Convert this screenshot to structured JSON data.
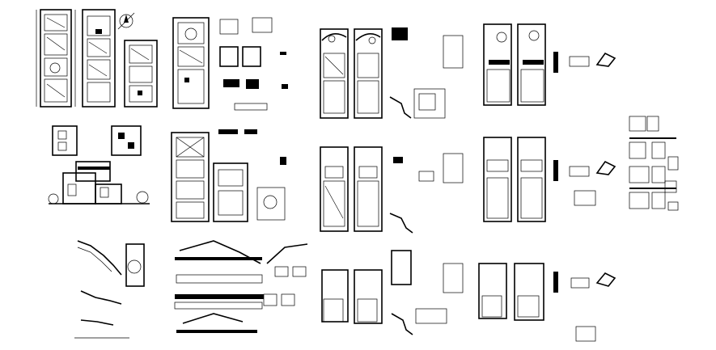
{
  "drawing": {
    "kind": "CAD architectural drawing sheet",
    "background_color": "#ffffff",
    "line_color": "#000000",
    "groups": [
      {
        "name": "group-1-plans-elevations",
        "contents": [
          "floor-plan-tall",
          "floor-plan-mid",
          "floor-plan-small",
          "elevation-front",
          "section-house"
        ]
      },
      {
        "name": "group-2-plans-details",
        "contents": [
          "plan-column-1",
          "plan-column-2",
          "detail-cluster"
        ]
      },
      {
        "name": "group-3-wall-sections",
        "contents": [
          "stair-section",
          "wall-section-long",
          "wall-section-short"
        ]
      },
      {
        "name": "group-4-plan-sets",
        "contents": [
          "plan-pair-a",
          "plan-pair-b",
          "plan-pair-c",
          "stair-detail"
        ]
      },
      {
        "name": "group-5-plan-sets",
        "contents": [
          "plan-pair-d",
          "plan-pair-e",
          "plan-pair-f",
          "ornament-detail"
        ]
      },
      {
        "name": "group-6-details",
        "contents": [
          "detail-grid"
        ]
      }
    ]
  }
}
